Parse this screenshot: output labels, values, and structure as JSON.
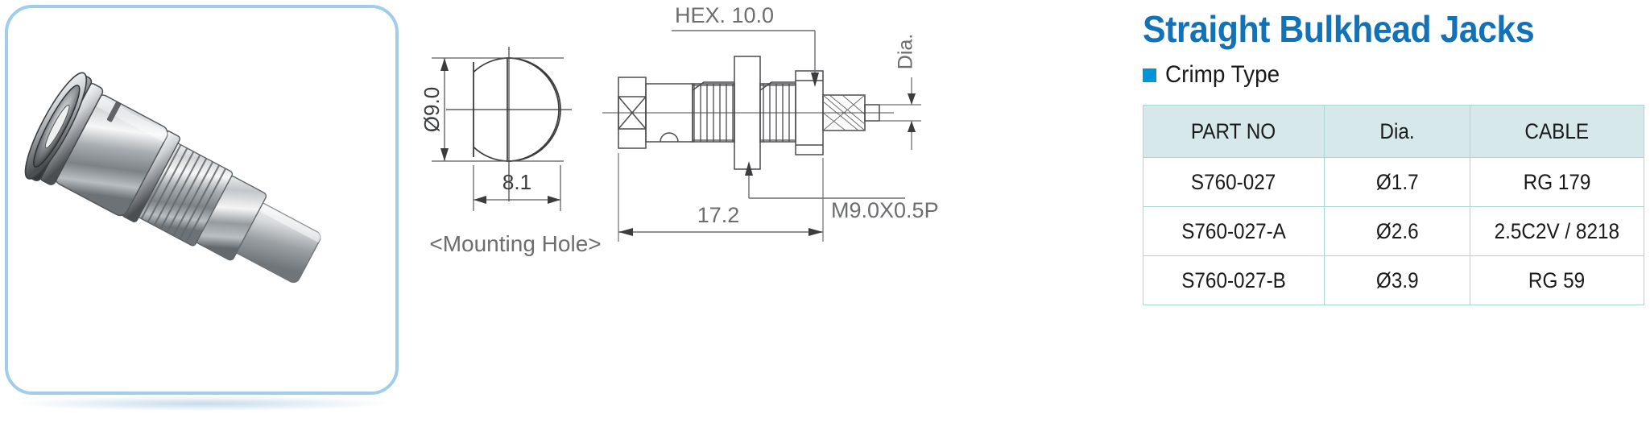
{
  "product_photo": {
    "alt": "straight-bulkhead-jack-crimp-connector",
    "frame_border_color": "#9fcdea"
  },
  "drawings": {
    "mounting_hole": {
      "caption": "<Mounting  Hole>",
      "dim_diameter": "Ø9.0",
      "dim_flat_width": "8.1"
    },
    "assembly_view": {
      "dim_hex": "HEX.  10.0",
      "dim_thread": "M9.0X0.5P",
      "dim_length": "17.2",
      "dim_cable_dia": "Dia."
    }
  },
  "info": {
    "title": "Straight Bulkhead Jacks",
    "subtitle": "Crimp Type",
    "bullet_color": "#0095d9",
    "title_color": "#1272b8"
  },
  "table": {
    "headers": [
      "PART NO",
      "Dia.",
      "CABLE"
    ],
    "rows": [
      {
        "part_no": "S760-027",
        "dia": "Ø1.7",
        "cable": "RG 179"
      },
      {
        "part_no": "S760-027-A",
        "dia": "Ø2.6",
        "cable": "2.5C2V / 8218"
      },
      {
        "part_no": "S760-027-B",
        "dia": "Ø3.9",
        "cable": "RG 59"
      }
    ],
    "header_bg": "#d6e8e9",
    "border_color": "#a8d7d4"
  }
}
